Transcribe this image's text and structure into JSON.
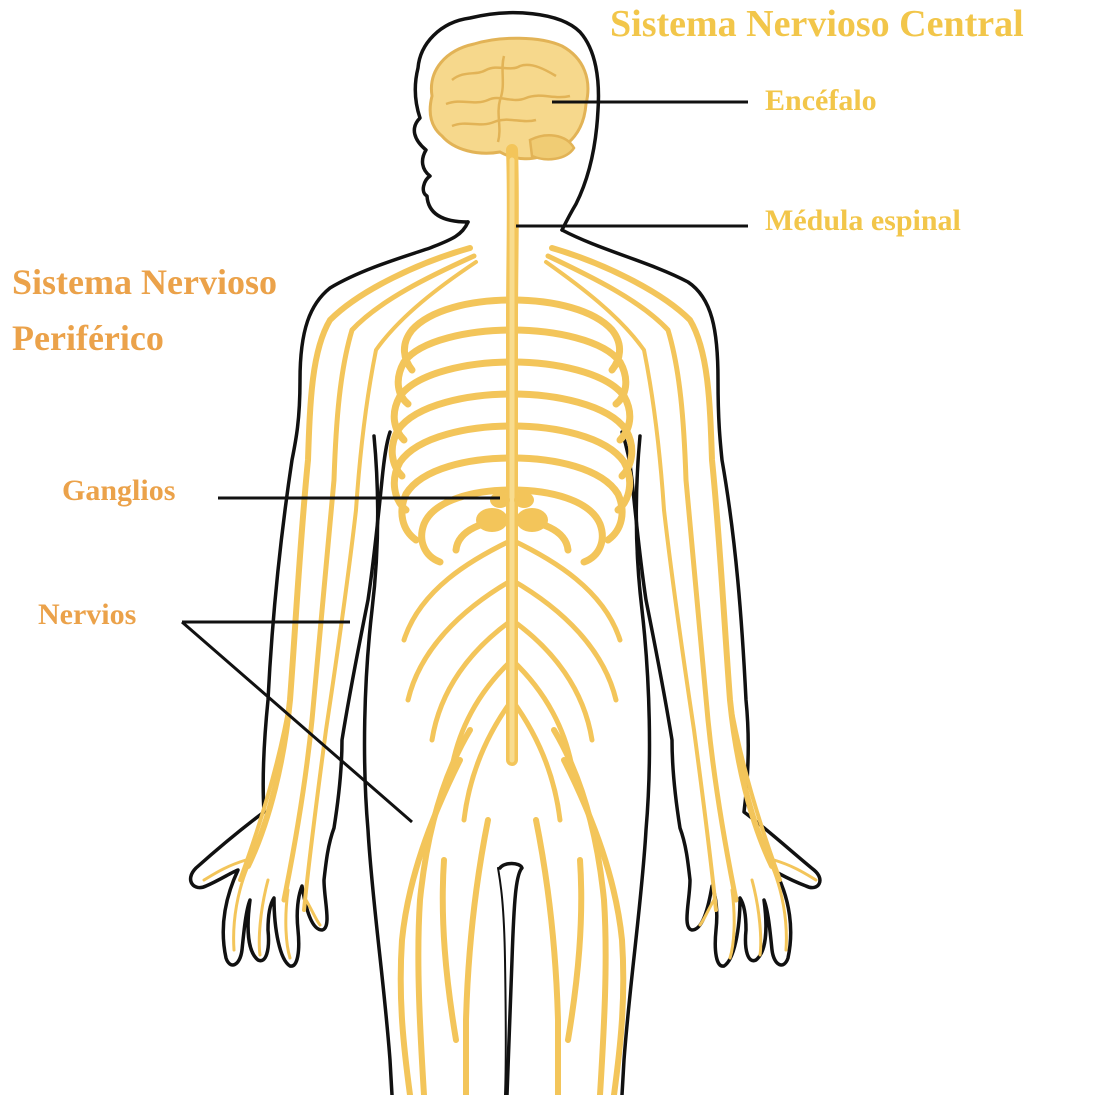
{
  "colors": {
    "nerve": "#f3c55a",
    "nerve_dark": "#e2a93a",
    "brain": "#f6d88c",
    "outline": "#111111",
    "cns_text": "#f2c64a",
    "pns_text": "#eba24a"
  },
  "labels": {
    "cns_title": "Sistema Nervioso Central",
    "encefalo": "Encéfalo",
    "medula": "Médula espinal",
    "pns_title": "Sistema Nervioso Periférico",
    "ganglios": "Ganglios",
    "nervios": "Nervios"
  }
}
